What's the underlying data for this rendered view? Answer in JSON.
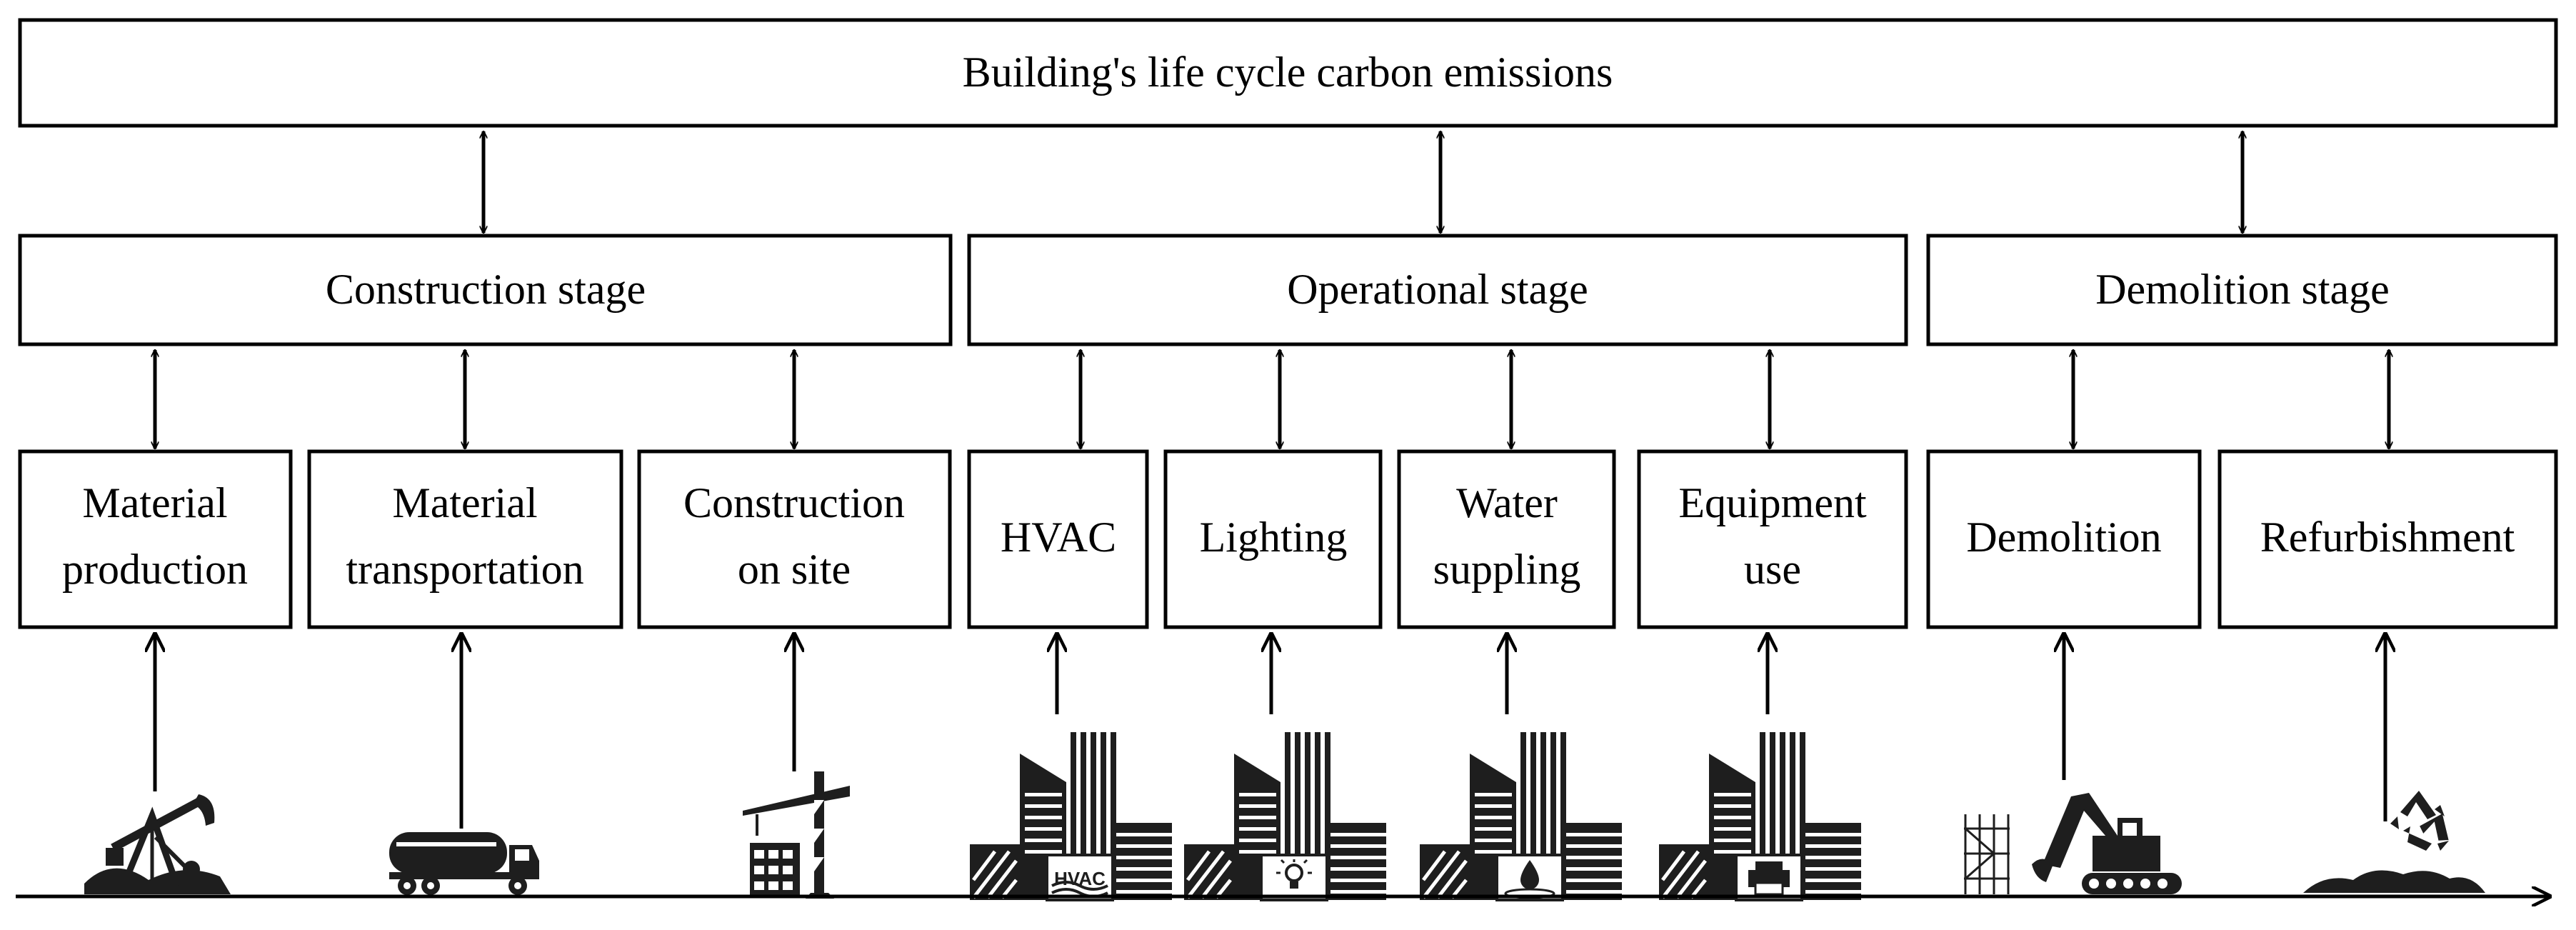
{
  "title": "Building's life cycle carbon emissions",
  "stages": [
    {
      "label": "Construction stage"
    },
    {
      "label": "Operational stage"
    },
    {
      "label": "Demolition stage"
    }
  ],
  "activities": [
    {
      "line1": "Material",
      "line2": "production",
      "icon": "oil-pump-icon"
    },
    {
      "line1": "Material",
      "line2": "transportation",
      "icon": "tanker-truck-icon"
    },
    {
      "line1": "Construction",
      "line2": "on site",
      "icon": "construction-crane-icon"
    },
    {
      "line1": "HVAC",
      "line2": "",
      "icon": "building-hvac-icon",
      "badge": "HVAC"
    },
    {
      "line1": "Lighting",
      "line2": "",
      "icon": "building-lightbulb-icon"
    },
    {
      "line1": "Water",
      "line2": "suppling",
      "icon": "building-water-drop-icon"
    },
    {
      "line1": "Equipment",
      "line2": "use",
      "icon": "building-printer-icon"
    },
    {
      "line1": "Demolition",
      "line2": "",
      "icon": "excavator-icon"
    },
    {
      "line1": "Refurbishment",
      "line2": "",
      "icon": "recycle-icon"
    }
  ]
}
